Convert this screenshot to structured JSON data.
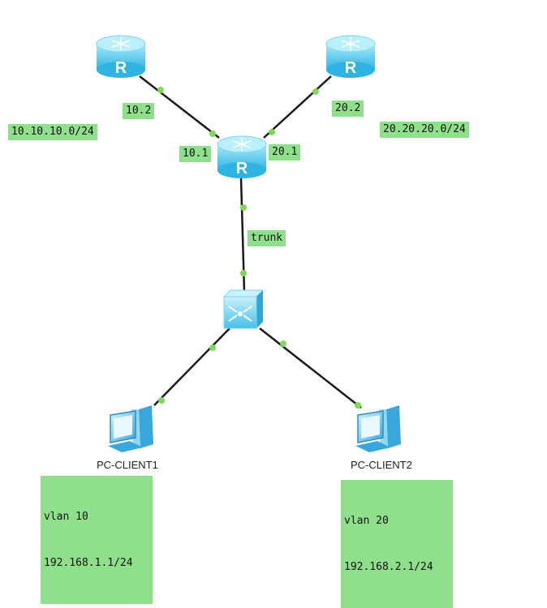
{
  "devices": {
    "router_left": {
      "glyph": "R"
    },
    "router_right": {
      "glyph": "R"
    },
    "router_core": {
      "glyph": "R"
    },
    "switch": {},
    "pc1": {
      "name": "PC-CLIENT1"
    },
    "pc2": {
      "name": "PC-CLIENT2"
    }
  },
  "labels": {
    "left_if": "10.2",
    "left_net": "10.10.10.0/24",
    "core_left_if": "10.1",
    "right_if": "20.2",
    "right_net": "20.20.20.0/24",
    "core_right_if": "20.1",
    "trunk": "trunk",
    "pc1_vlan": "vlan 10",
    "pc1_ip": "192.168.1.1/24",
    "pc2_vlan": "vlan 20",
    "pc2_ip": "192.168.2.1/24"
  },
  "colors": {
    "label_bg": "#8fe08a",
    "link": "#1a1a1a",
    "port_dot": "#7ed957",
    "router_top": "#9ee6f7",
    "router_body": "#4fc2ea"
  }
}
